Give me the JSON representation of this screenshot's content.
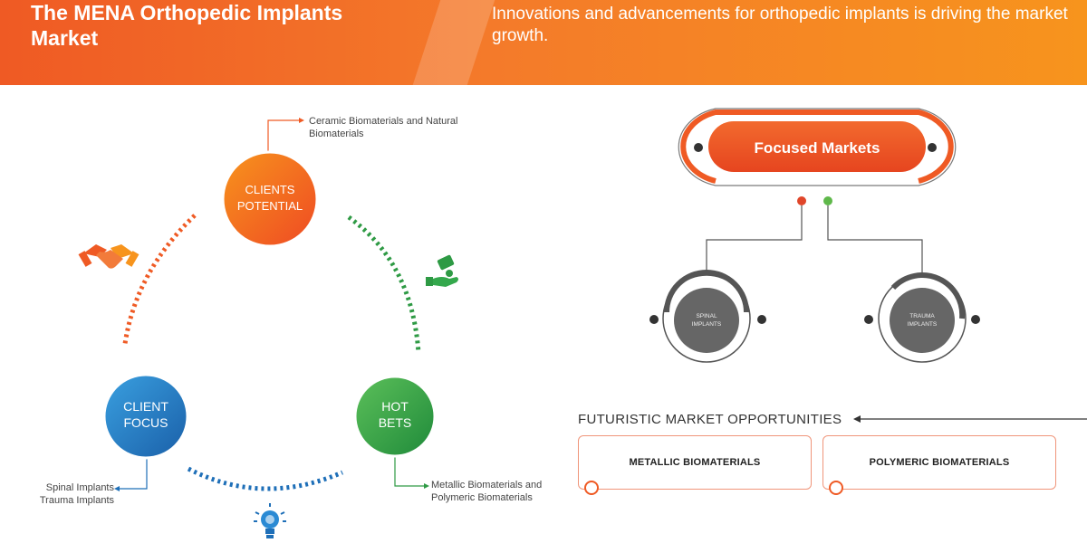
{
  "header": {
    "title": "The MENA Orthopedic Implants Market",
    "subtitle": "Innovations and advancements for orthopedic implants is driving the market growth."
  },
  "cycle": {
    "clients_potential": {
      "line1": "CLIENTS",
      "line2": "POTENTIAL",
      "note": "Ceramic Biomaterials and Natural Biomaterials"
    },
    "client_focus": {
      "line1": "CLIENT",
      "line2": "FOCUS",
      "note_line1": "Spinal Implants",
      "note_line2": "Trauma Implants"
    },
    "hot_bets": {
      "line1": "HOT",
      "line2": "BETS",
      "note": "Metallic Biomaterials and Polymeric Biomaterials"
    }
  },
  "focused": {
    "title": "Focused Markets",
    "left": {
      "line1": "SPINAL",
      "line2": "IMPLANTS"
    },
    "right": {
      "line1": "TRAUMA",
      "line2": "IMPLANTS"
    }
  },
  "opportunities": {
    "title": "FUTURISTIC MARKET OPPORTUNITIES",
    "items": [
      "METALLIC BIOMATERIALS",
      "POLYMERIC BIOMATERIALS"
    ]
  },
  "colors": {
    "orange": "#ef5a24",
    "blue": "#1e6fb8",
    "green": "#2e9a44",
    "grey": "#6b6b6b"
  },
  "icons": [
    "handshake-icon",
    "money-hand-icon",
    "lightbulb-icon"
  ]
}
